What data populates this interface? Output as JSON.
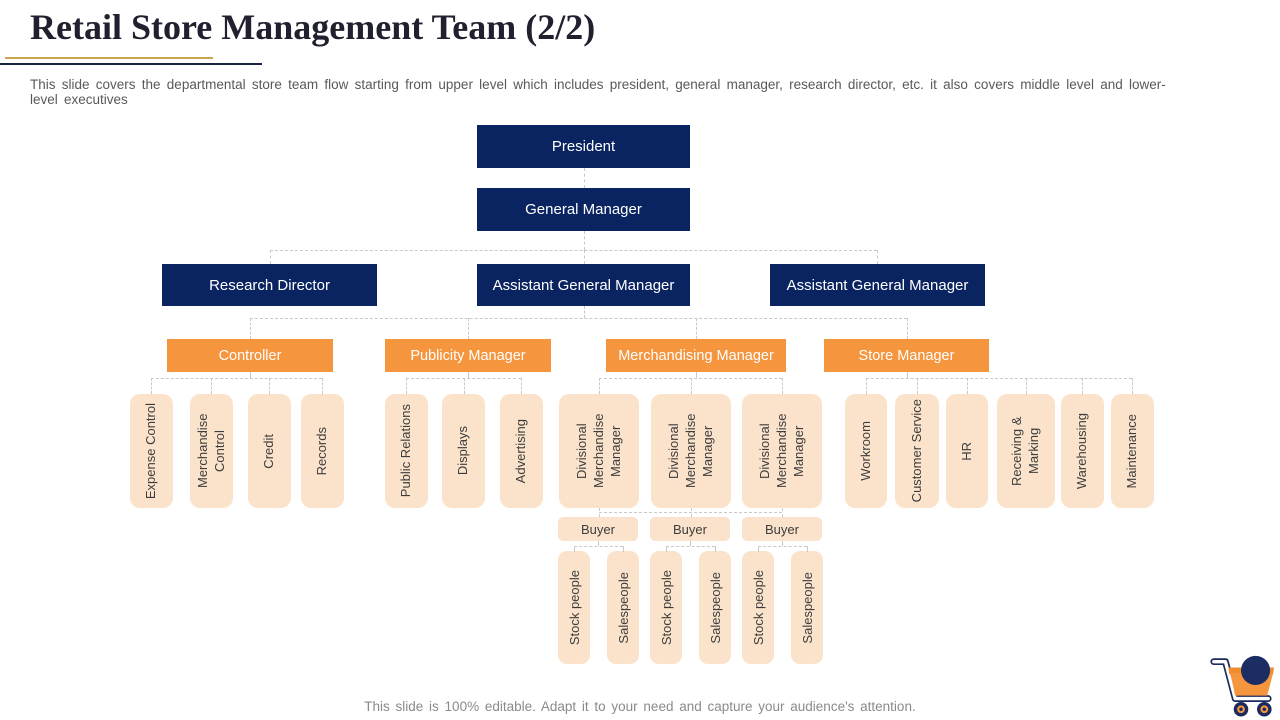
{
  "slide": {
    "title": "Retail Store Management Team (2/2)",
    "description": "This slide covers the departmental store team flow starting from upper level which includes president, general manager, research director, etc. it also covers middle level and lower-level executives",
    "footer": "This slide is 100% editable. Adapt it to your need and capture your audience's attention."
  },
  "colors": {
    "navy_box": "#0a2361",
    "orange_box": "#f5953d",
    "peach_box": "#fbe3cb",
    "gold_underline": "#c9a54d",
    "navy_underline": "#182440",
    "connector": "#c8c8c8"
  },
  "icons": {
    "cart": "shopping-cart-icon"
  },
  "org": {
    "president": "President",
    "general_manager": "General Manager",
    "research_director": "Research Director",
    "assistant_gm_1": "Assistant General Manager",
    "assistant_gm_2": "Assistant General Manager",
    "managers": [
      "Controller",
      "Publicity Manager",
      "Merchandising Manager",
      "Store Manager"
    ],
    "controller_children": [
      "Expense Control",
      "Merchandise Control",
      "Credit",
      "Records"
    ],
    "publicity_children": [
      "Public Relations",
      "Displays",
      "Advertising"
    ],
    "merchandising_children": [
      "Divisional Merchandise Manager",
      "Divisional Merchandise Manager",
      "Divisional Merchandise Manager"
    ],
    "store_children": [
      "Workroom",
      "Customer Service",
      "HR",
      "Receiving & Marking",
      "Warehousing",
      "Maintenance"
    ],
    "buyers": [
      "Buyer",
      "Buyer",
      "Buyer"
    ],
    "buyer_children": [
      "Stock people",
      "Salespeople",
      "Stock people",
      "Salespeople",
      "Stock people",
      "Salespeople"
    ]
  }
}
